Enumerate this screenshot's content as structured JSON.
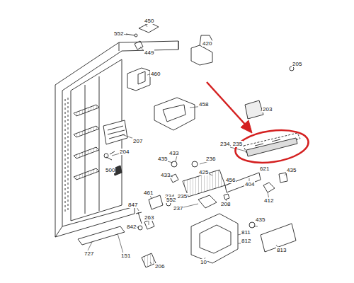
{
  "diagram": {
    "labels": [
      "450",
      "552",
      "449",
      "460",
      "420",
      "205",
      "458",
      "207",
      "203",
      "234, 235",
      "204",
      "435",
      "433",
      "236",
      "433",
      "425",
      "435",
      "621",
      "500",
      "456",
      "404",
      "412",
      "234, 235",
      "237",
      "208",
      "461",
      "552",
      "847",
      "842",
      "263",
      "435",
      "811",
      "812",
      "813",
      "727",
      "151",
      "206",
      "10"
    ]
  }
}
